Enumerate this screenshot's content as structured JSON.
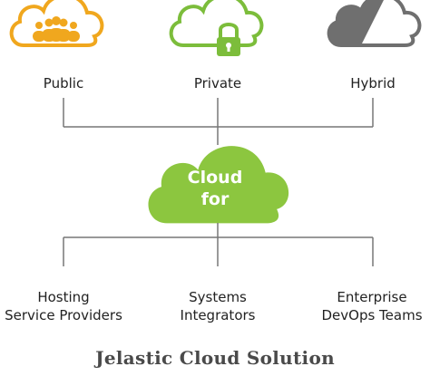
{
  "top": {
    "public_label": "Public",
    "private_label": "Private",
    "hybrid_label": "Hybrid"
  },
  "center": {
    "line1": "Cloud",
    "line2": "for"
  },
  "bottom": {
    "hosting_line1": "Hosting",
    "hosting_line2": "Service Providers",
    "systems_line1": "Systems",
    "systems_line2": "Integrators",
    "enterprise_line1": "Enterprise",
    "enterprise_line2": "DevOps Teams"
  },
  "caption": "Jelastic Cloud Solution",
  "colors": {
    "public": "#f0a71e",
    "private": "#7cbd3b",
    "hybrid": "#6f6f6f",
    "center": "#8cc63f",
    "connector": "#777777"
  }
}
